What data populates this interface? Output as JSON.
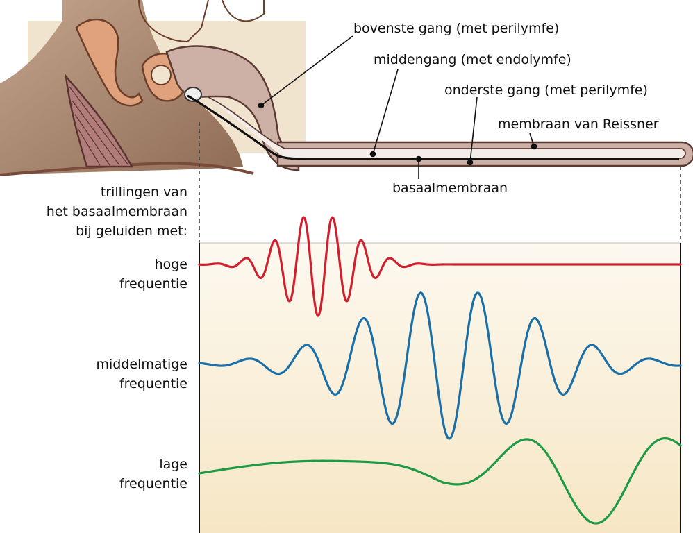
{
  "labels": {
    "bovenste_gang": "bovenste gang (met perilymfe)",
    "middengang": "middengang (met endolymfe)",
    "onderste_gang": "onderste gang (met perilymfe)",
    "membraan_reissner": "membraan van Reissner",
    "basaalmembraan": "basaalmembraan"
  },
  "caption": {
    "line1": "trillingen van",
    "line2": "het basaalmembraan",
    "line3": "bij geluiden met:"
  },
  "waves": {
    "high": {
      "line1": "hoge",
      "line2": "frequentie",
      "color": "#d0202e"
    },
    "mid": {
      "line1": "middelmatige",
      "line2": "frequentie",
      "color": "#1a6fa8"
    },
    "low": {
      "line1": "lage",
      "line2": "frequentie",
      "color": "#1f9a44"
    }
  },
  "colors": {
    "skin": "#ab8a73",
    "cochlea": "#cdb1a6",
    "panel_top": "#fdf9f0",
    "panel_bottom": "#f6e6c4",
    "background_block": "#f1e4cf"
  }
}
